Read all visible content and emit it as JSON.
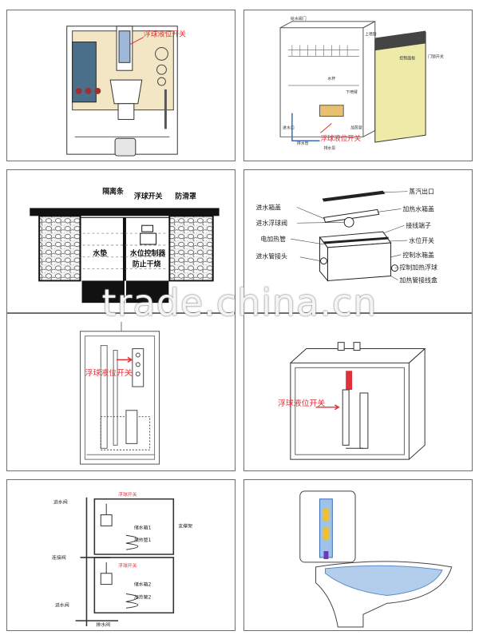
{
  "colors": {
    "frame": "#6f6f6f",
    "accent_red": "#e0303a",
    "tank_beige": "#f3e6c4",
    "door_yellow": "#eeeaa8",
    "water_blue": "#9fc3e8",
    "dark": "#222222"
  },
  "panels": {
    "p1": {
      "label": "浮球液位开关"
    },
    "p2": {
      "label": "浮球液位开关",
      "labels": [
        "给水阀门",
        "进水口",
        "下喷臂",
        "排水管",
        "加热管",
        "排水泵",
        "门锁开关",
        "控制面板",
        "上喷臂",
        "水杯"
      ]
    },
    "p3": {
      "labels": [
        "隔离条",
        "浮球开关",
        "防滑罩",
        "水垫",
        "水位控制器",
        "防止干烧"
      ]
    },
    "p4": {
      "labels_left": [
        "进水箱盖",
        "进水浮球阀",
        "电加热管",
        "进水管接头"
      ],
      "labels_right": [
        "蒸汽出口",
        "加热水箱盖",
        "接线端子",
        "水位开关",
        "控制水箱盖",
        "控制加热浮球",
        "加热管接线盒"
      ]
    },
    "p5": {
      "label": "浮球液位开关"
    },
    "p6": {
      "label": "浮球液位开关"
    },
    "p7": {
      "labels": [
        "进水阀",
        "浮球开关",
        "储水箱1",
        "加热管1",
        "支撑架",
        "连接阀",
        "浮球开关",
        "储水箱2",
        "加热管2",
        "进水阀",
        "排水阀"
      ]
    },
    "p8": {}
  },
  "watermark": "trade.china.cn"
}
